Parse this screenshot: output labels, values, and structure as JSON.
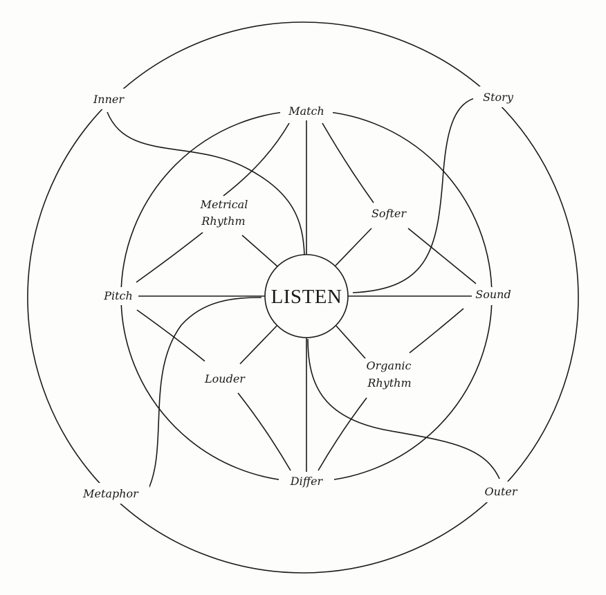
{
  "center": {
    "label": "LISTEN"
  },
  "outer_ring": {
    "inner": "Inner",
    "story": "Story",
    "metaphor": "Metaphor",
    "outer": "Outer"
  },
  "middle_ring": {
    "match": "Match",
    "differ": "Differ",
    "pitch": "Pitch",
    "sound": "Sound"
  },
  "spokes": {
    "metrical_rhythm": [
      "Metrical",
      "Rhythm"
    ],
    "softer": "Softer",
    "louder": "Louder",
    "organic_rhythm": [
      "Organic",
      "Rhythm"
    ]
  }
}
